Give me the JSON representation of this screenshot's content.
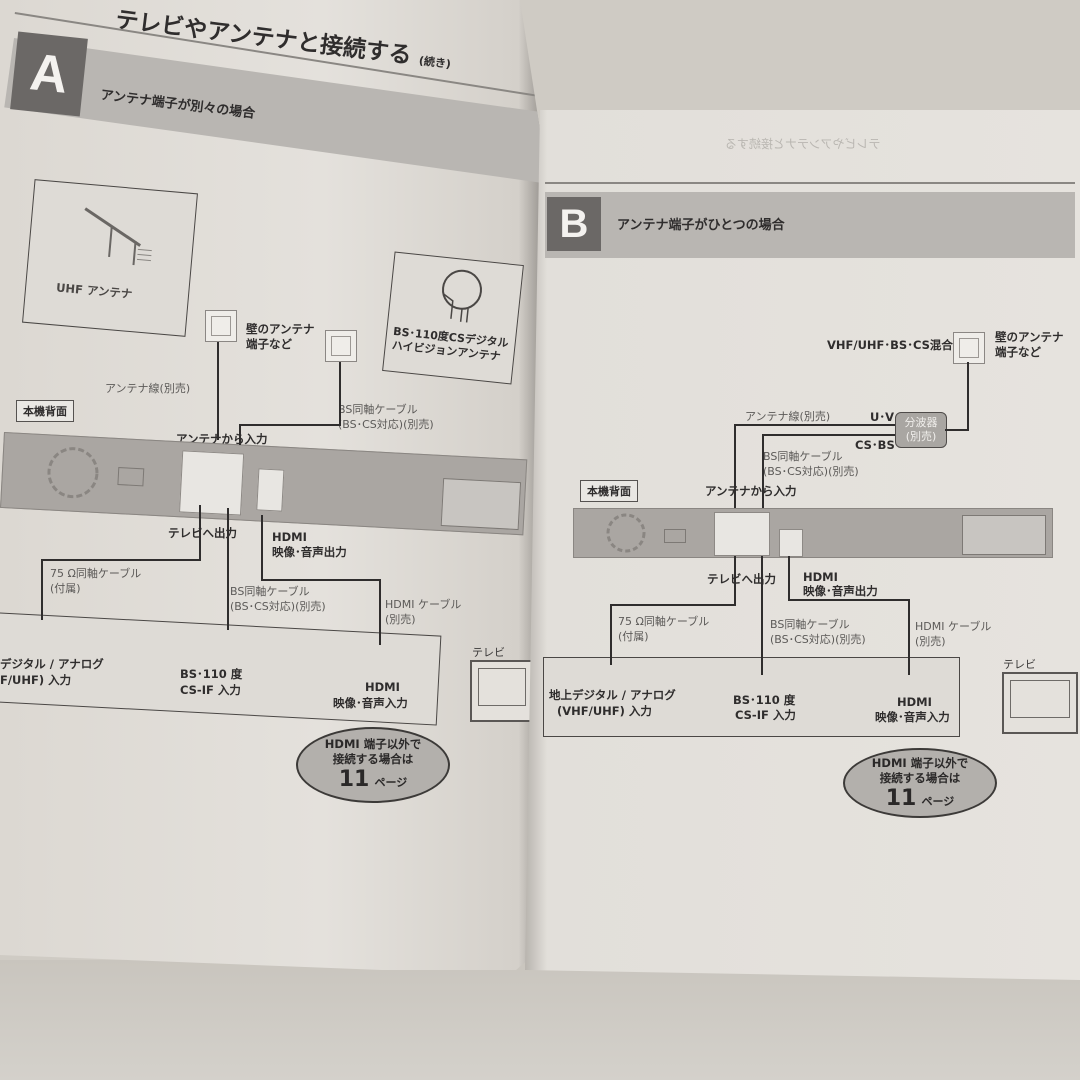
{
  "left_page": {
    "title": "テレビやアンテナと接続する",
    "title_suffix": "(続き)",
    "section_letter": "A",
    "section_heading": "アンテナ端子が別々の場合",
    "uhf_antenna_label": "UHF アンテナ",
    "bs_antenna_label_1": "BS･110度CSデジタル",
    "bs_antenna_label_2": "ハイビジョンアンテナ",
    "wall_terminal_1": "壁のアンテナ",
    "wall_terminal_2": "端子など",
    "antenna_cable": "アンテナ線(別売)",
    "bs_cable_1": "BS同軸ケーブル",
    "bs_cable_2": "(BS･CS対応)(別売)",
    "rear_panel_label": "本機背面",
    "antenna_input": "アンテナから入力",
    "tv_output": "テレビへ出力",
    "hdmi_out_1": "HDMI",
    "hdmi_out_2": "映像･音声出力",
    "coax75_1": "75 Ω同軸ケーブル",
    "coax75_2": "(付属)",
    "bs_cable_tv_1": "BS同軸ケーブル",
    "bs_cable_tv_2": "(BS･CS対応)(別売)",
    "hdmi_cable_1": "HDMI ケーブル",
    "hdmi_cable_2": "(別売)",
    "tv_label": "テレビ",
    "tv_in_terrestrial_1": "デジタル / アナログ",
    "tv_in_terrestrial_2": "F/UHF) 入力",
    "tv_in_bs_1": "BS･110 度",
    "tv_in_bs_2": "CS-IF 入力",
    "tv_in_hdmi_1": "HDMI",
    "tv_in_hdmi_2": "映像･音声入力",
    "note_1": "HDMI 端子以外で",
    "note_2": "接続する場合は",
    "note_page": "11",
    "note_suffix": "ページ"
  },
  "right_page": {
    "section_letter": "B",
    "section_heading": "アンテナ端子がひとつの場合",
    "mixed_label": "VHF/UHF･BS･CS混合",
    "wall_terminal_1": "壁のアンテナ",
    "wall_terminal_2": "端子など",
    "splitter_1": "分波器",
    "splitter_2": "(別売)",
    "uv_label": "U･V",
    "csbs_label": "CS･BS",
    "antenna_cable": "アンテナ線(別売)",
    "bs_cable_1": "BS同軸ケーブル",
    "bs_cable_2": "(BS･CS対応)(別売)",
    "rear_panel_label": "本機背面",
    "antenna_input": "アンテナから入力",
    "tv_output": "テレビへ出力",
    "hdmi_out_1": "HDMI",
    "hdmi_out_2": "映像･音声出力",
    "coax75_1": "75 Ω同軸ケーブル",
    "coax75_2": "(付属)",
    "bs_cable_tv_1": "BS同軸ケーブル",
    "bs_cable_tv_2": "(BS･CS対応)(別売)",
    "hdmi_cable_1": "HDMI ケーブル",
    "hdmi_cable_2": "(別売)",
    "tv_label": "テレビ",
    "tv_in_terrestrial_1": "地上デジタル / アナログ",
    "tv_in_terrestrial_2": "(VHF/UHF) 入力",
    "tv_in_bs_1": "BS･110 度",
    "tv_in_bs_2": "CS-IF 入力",
    "tv_in_hdmi_1": "HDMI",
    "tv_in_hdmi_2": "映像･音声入力",
    "note_1": "HDMI 端子以外で",
    "note_2": "接続する場合は",
    "note_page": "11",
    "note_suffix": "ページ"
  }
}
